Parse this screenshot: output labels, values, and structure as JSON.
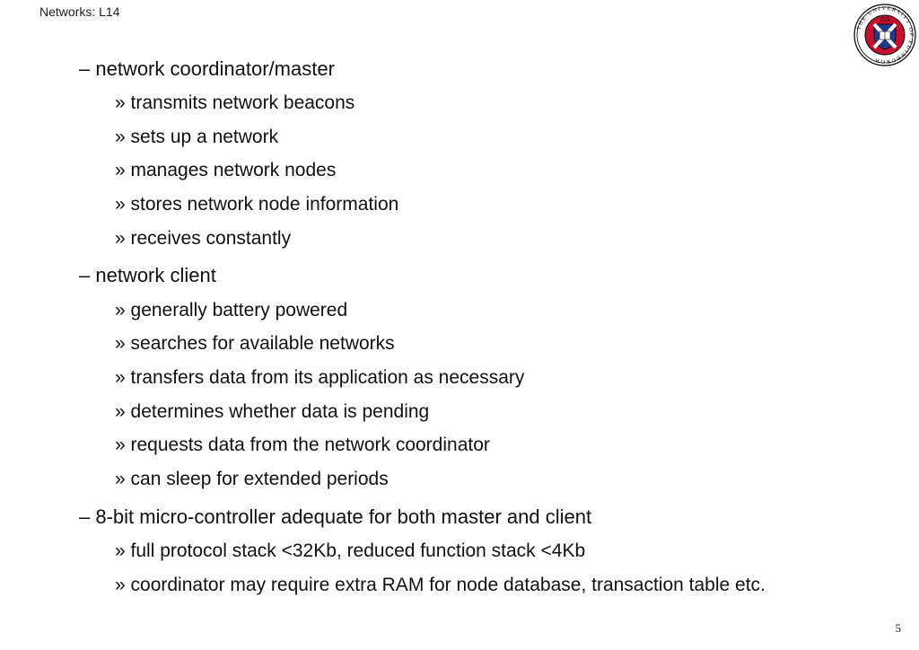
{
  "header": {
    "title": "Networks: L14"
  },
  "logo": {
    "name": "university-crest",
    "ring_text": "THE UNIVERSITY OF EDINBURGH",
    "colors": {
      "ring": "#c8102e",
      "shield": "#1f3c88",
      "cross": "#ffffff",
      "outline": "#000000"
    }
  },
  "sections": [
    {
      "heading": "– network coordinator/master",
      "items": [
        "» transmits network beacons",
        "» sets up a network",
        "» manages network nodes",
        "» stores network node information",
        "» receives constantly"
      ]
    },
    {
      "heading": "– network client",
      "items": [
        "» generally battery powered",
        "» searches for available networks",
        "» transfers data from its application as necessary",
        "» determines whether data is pending",
        "» requests data from the network coordinator",
        "» can sleep for extended periods"
      ]
    },
    {
      "heading": "– 8-bit micro-controller adequate for both master and client",
      "items": [
        "» full protocol stack <32Kb, reduced function stack <4Kb",
        "» coordinator may require extra RAM for node database, transaction table etc."
      ]
    }
  ],
  "footer": {
    "page_number": "5"
  }
}
